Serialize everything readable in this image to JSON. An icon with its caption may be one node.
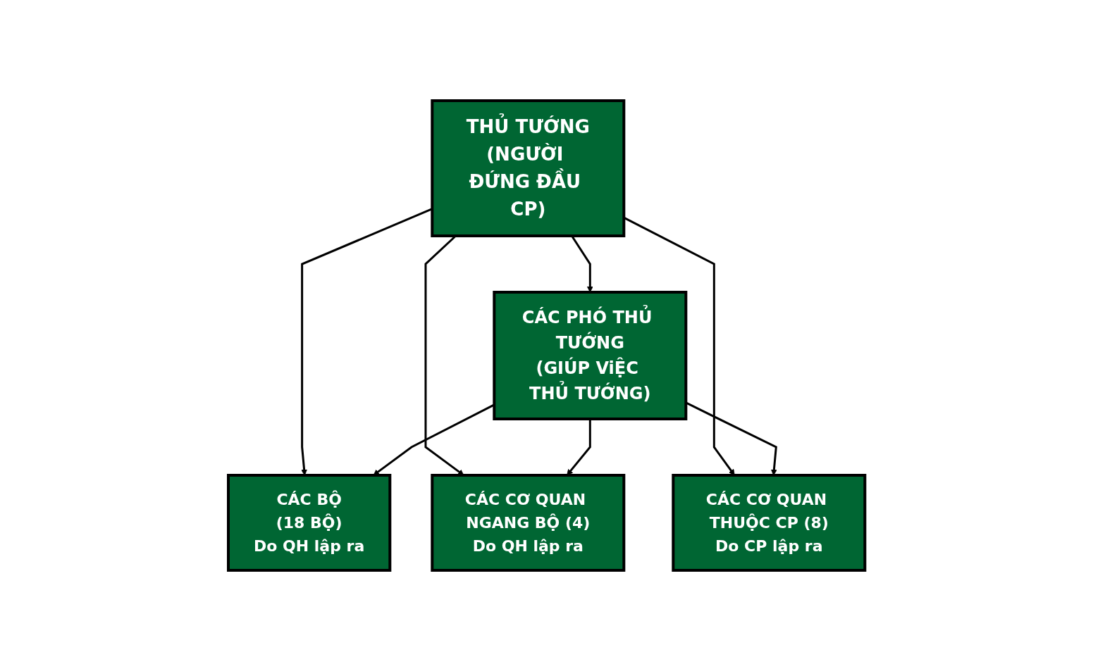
{
  "diagram": {
    "nodes": [
      {
        "text": [
          "THỦ TƯỚNG",
          "(NGƯỜI ĐỨNG ĐẦU CP)"
        ]
      },
      {
        "text": [
          "CÁC PHÓ THỦ TƯỚNG",
          "(GIÚP ViỆC THỦ TƯỚNG)"
        ]
      },
      {
        "text": [
          "CÁC BỘ",
          "(18 BỘ)",
          "Do QH lập ra"
        ]
      },
      {
        "text": [
          "CÁC CƠ QUAN NGANG BỘ (4)",
          "Do QH lập ra"
        ]
      },
      {
        "text": [
          "CÁC CƠ QUAN THUỘC CP (8)",
          "Do CP lập ra"
        ]
      }
    ],
    "edges": [
      {
        "from": 0,
        "to": 1,
        "arrow": "to"
      },
      {
        "from": 0,
        "to": 2,
        "arrow": "to"
      },
      {
        "from": 0,
        "to": 3,
        "arrow": "to"
      },
      {
        "from": 0,
        "to": 4,
        "arrow": "to"
      },
      {
        "from": 1,
        "to": 2,
        "arrow": "to"
      },
      {
        "from": 1,
        "to": 3,
        "arrow": "to"
      },
      {
        "from": 1,
        "to": 4,
        "arrow": "to"
      }
    ]
  }
}
